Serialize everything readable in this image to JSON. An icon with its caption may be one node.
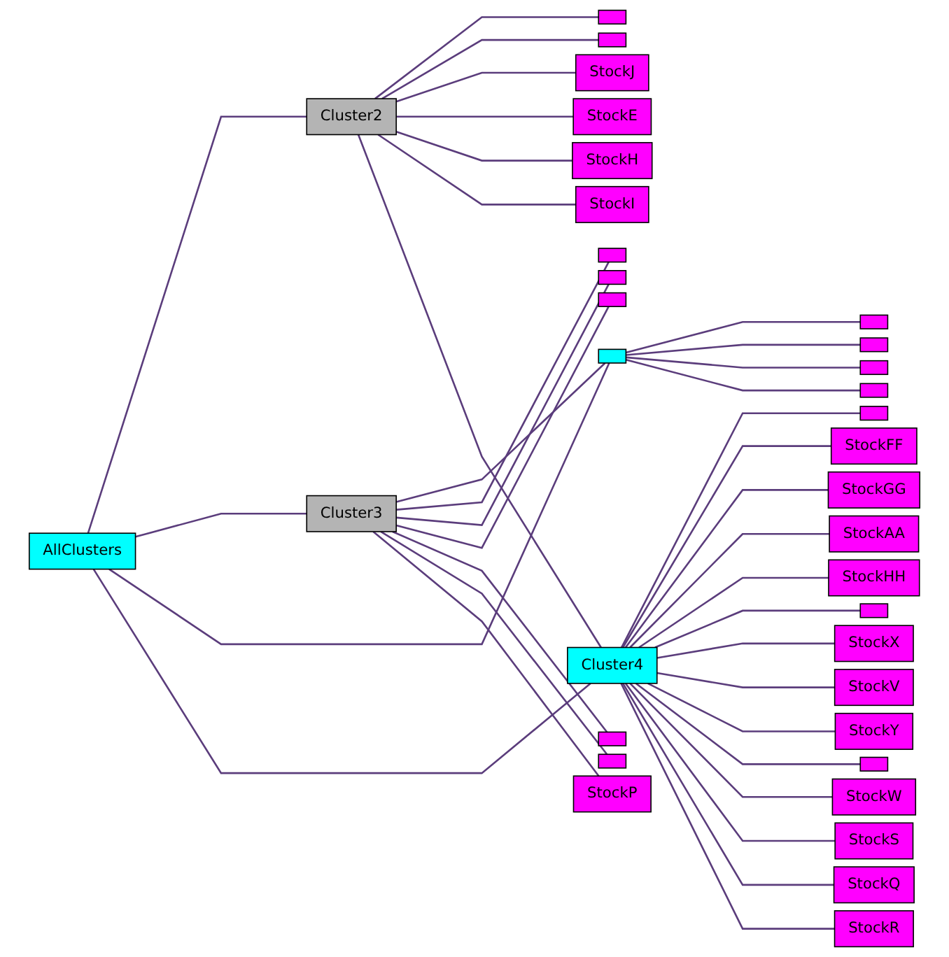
{
  "diagram": {
    "nodes": [
      {
        "text": [
          "AllClusters"
        ]
      },
      {
        "text": [],
        "shape": "box"
      },
      {
        "text": [
          "Cluster2"
        ]
      },
      {
        "text": [],
        "shape": "box"
      },
      {
        "text": [
          "StockJ"
        ]
      },
      {
        "text": [
          "StockE"
        ]
      },
      {
        "text": [],
        "shape": "box"
      },
      {
        "text": [
          "Cluster3"
        ]
      },
      {
        "text": [],
        "shape": "box"
      },
      {
        "text": [],
        "shape": "box"
      },
      {
        "text": [],
        "shape": "box"
      },
      {
        "text": [],
        "shape": "box"
      },
      {
        "text": [],
        "shape": "box"
      },
      {
        "text": [],
        "shape": "box"
      },
      {
        "text": [],
        "shape": "box"
      },
      {
        "text": [],
        "shape": "box"
      },
      {
        "text": [
          "StockH"
        ]
      },
      {
        "text": [
          "StockI"
        ]
      },
      {
        "text": [],
        "shape": "box"
      },
      {
        "text": [
          "StockP"
        ]
      },
      {
        "text": [
          "Cluster4"
        ]
      },
      {
        "text": [],
        "shape": "box"
      },
      {
        "text": [
          "StockFF"
        ]
      },
      {
        "text": [
          "StockGG"
        ]
      },
      {
        "text": [
          "StockAA"
        ]
      },
      {
        "text": [
          "StockHH"
        ]
      },
      {
        "text": [],
        "shape": "box"
      },
      {
        "text": [
          "StockX"
        ]
      },
      {
        "text": [
          "StockV"
        ]
      },
      {
        "text": [
          "StockY"
        ]
      },
      {
        "text": [],
        "shape": "box"
      },
      {
        "text": [
          "StockW"
        ]
      },
      {
        "text": [
          "StockS"
        ]
      },
      {
        "text": [
          "StockQ"
        ]
      },
      {
        "text": [
          "StockR"
        ]
      }
    ],
    "edges": [
      {
        "from": 0,
        "to": 2,
        "arrow": "none"
      },
      {
        "from": 0,
        "to": 7,
        "arrow": "none"
      },
      {
        "from": 0,
        "to": 11,
        "arrow": "none"
      },
      {
        "from": 0,
        "to": 20,
        "arrow": "none"
      },
      {
        "from": 2,
        "to": 1,
        "arrow": "none"
      },
      {
        "from": 2,
        "to": 3,
        "arrow": "none"
      },
      {
        "from": 2,
        "to": 4,
        "arrow": "none"
      },
      {
        "from": 2,
        "to": 5,
        "arrow": "none"
      },
      {
        "from": 2,
        "to": 16,
        "arrow": "none"
      },
      {
        "from": 2,
        "to": 17,
        "arrow": "none"
      },
      {
        "from": 2,
        "to": 20,
        "arrow": "none"
      },
      {
        "from": 11,
        "to": 9,
        "arrow": "none"
      },
      {
        "from": 11,
        "to": 10,
        "arrow": "none"
      },
      {
        "from": 11,
        "to": 13,
        "arrow": "none"
      },
      {
        "from": 11,
        "to": 14,
        "arrow": "none"
      },
      {
        "from": 7,
        "to": 11,
        "arrow": "none"
      },
      {
        "from": 7,
        "to": 6,
        "arrow": "none"
      },
      {
        "from": 7,
        "to": 8,
        "arrow": "none"
      },
      {
        "from": 7,
        "to": 12,
        "arrow": "none"
      },
      {
        "from": 7,
        "to": 15,
        "arrow": "none"
      },
      {
        "from": 7,
        "to": 18,
        "arrow": "none"
      },
      {
        "from": 7,
        "to": 19,
        "arrow": "none"
      },
      {
        "from": 20,
        "to": 21,
        "arrow": "none"
      },
      {
        "from": 20,
        "to": 22,
        "arrow": "none"
      },
      {
        "from": 20,
        "to": 23,
        "arrow": "none"
      },
      {
        "from": 20,
        "to": 24,
        "arrow": "none"
      },
      {
        "from": 20,
        "to": 25,
        "arrow": "none"
      },
      {
        "from": 20,
        "to": 26,
        "arrow": "none"
      },
      {
        "from": 20,
        "to": 27,
        "arrow": "none"
      },
      {
        "from": 20,
        "to": 28,
        "arrow": "none"
      },
      {
        "from": 20,
        "to": 29,
        "arrow": "none"
      },
      {
        "from": 20,
        "to": 30,
        "arrow": "none"
      },
      {
        "from": 20,
        "to": 31,
        "arrow": "none"
      },
      {
        "from": 20,
        "to": 32,
        "arrow": "none"
      },
      {
        "from": 20,
        "to": 33,
        "arrow": "none"
      },
      {
        "from": 20,
        "to": 34,
        "arrow": "none"
      }
    ]
  }
}
